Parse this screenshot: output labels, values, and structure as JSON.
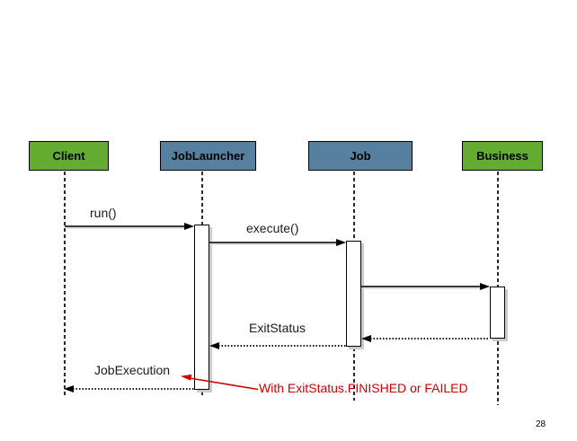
{
  "slide": {
    "page_number": "28",
    "background_color": "#ffffff"
  },
  "diagram": {
    "type": "uml-sequence-diagram",
    "colors": {
      "actor_green": "#63AC30",
      "actor_blue": "#56809F",
      "line": "#3b3b3b",
      "annotation_red": "#CC0000",
      "bar_shadow": "#cccccc"
    },
    "icons": {
      "arrowhead_solid": "filled-triangle"
    },
    "actors": [
      {
        "name": "Client",
        "fill": "#63AC30"
      },
      {
        "name": "JobLauncher",
        "fill": "#56809F"
      },
      {
        "name": "Job",
        "fill": "#56809F"
      },
      {
        "name": "Business",
        "fill": "#63AC30"
      }
    ],
    "messages": [
      {
        "label": "run()",
        "from": "Client",
        "to": "JobLauncher",
        "line": "solid"
      },
      {
        "label": "execute()",
        "from": "JobLauncher",
        "to": "Job",
        "line": "solid"
      },
      {
        "label": "",
        "from": "Job",
        "to": "Business",
        "line": "solid"
      },
      {
        "label": "",
        "from": "Business",
        "to": "Job",
        "line": "dotted"
      },
      {
        "label": "ExitStatus",
        "from": "Job",
        "to": "JobLauncher",
        "line": "dotted"
      },
      {
        "label": "JobExecution",
        "from": "JobLauncher",
        "to": "Client",
        "line": "dotted"
      }
    ],
    "annotation": {
      "text": "With ExitStatus.FINISHED or FAILED",
      "color": "#CC0000"
    }
  }
}
